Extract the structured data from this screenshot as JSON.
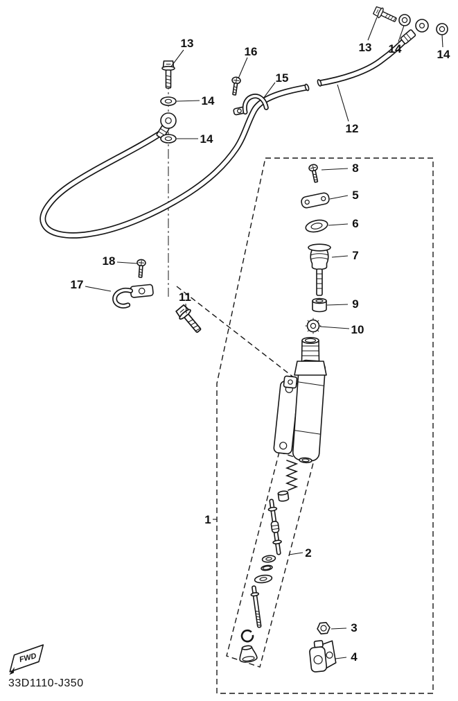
{
  "diagram": {
    "part_code": "33D1110-J350",
    "fwd_label": "FWD",
    "callouts": {
      "c13a": "13",
      "c16": "16",
      "c15": "15",
      "c13b": "13",
      "c14a": "14",
      "c14b": "14",
      "c14c": "14",
      "c12": "12",
      "c14d": "14",
      "c8": "8",
      "c5": "5",
      "c6": "6",
      "c7": "7",
      "c9": "9",
      "c10": "10",
      "c18": "18",
      "c17": "17",
      "c11": "11",
      "c1": "1",
      "c2": "2",
      "c3": "3",
      "c4": "4"
    }
  }
}
